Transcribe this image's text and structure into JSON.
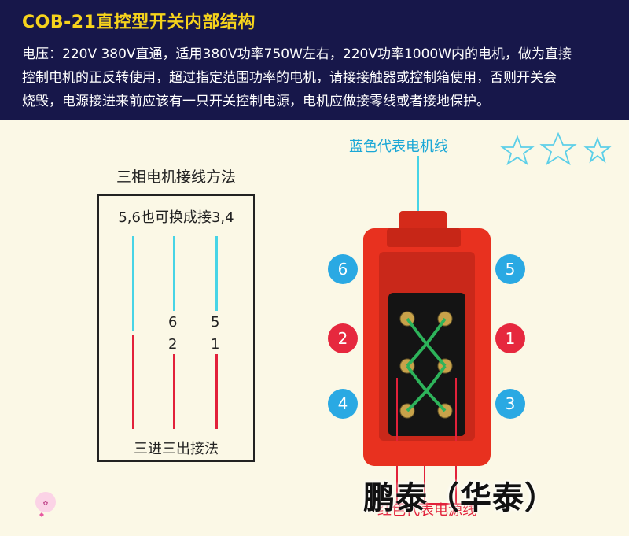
{
  "header": {
    "title": "COB-21直控型开关内部结构",
    "desc_line1": "电压：220V 380V直通，适用380V功率750W左右，220V功率1000W内的电机，做为直接",
    "desc_line2": "控制电机的正反转使用，超过指定范围功率的电机，请接接触器或控制箱使用，否则开关会",
    "desc_line3": "烧毁，电源接进来前应该有一只开关控制电源，电机应做接零线或者接地保护。"
  },
  "wiring": {
    "title": "三相电机接线方法",
    "subtitle": "5,6也可换成接3,4",
    "label_6": "6",
    "label_5": "5",
    "label_2": "2",
    "label_1": "1",
    "footer": "三进三出接法"
  },
  "switch": {
    "blue_caption": "蓝色代表电机线",
    "red_caption": "红色代表电源线",
    "watermark": "鹏泰（华泰）",
    "badges": [
      {
        "label": "6",
        "color": "#2aa9e3"
      },
      {
        "label": "5",
        "color": "#2aa9e3"
      },
      {
        "label": "2",
        "color": "#e6283e"
      },
      {
        "label": "1",
        "color": "#e6283e"
      },
      {
        "label": "4",
        "color": "#2aa9e3"
      },
      {
        "label": "3",
        "color": "#2aa9e3"
      }
    ]
  },
  "colors": {
    "header_bg": "#17174a",
    "title": "#f6d31c",
    "motor_line": "#47d4e6",
    "power_line": "#e2213a",
    "switch_body": "#e8311f",
    "badge_blue": "#2aa9e3",
    "badge_red": "#e6283e"
  }
}
